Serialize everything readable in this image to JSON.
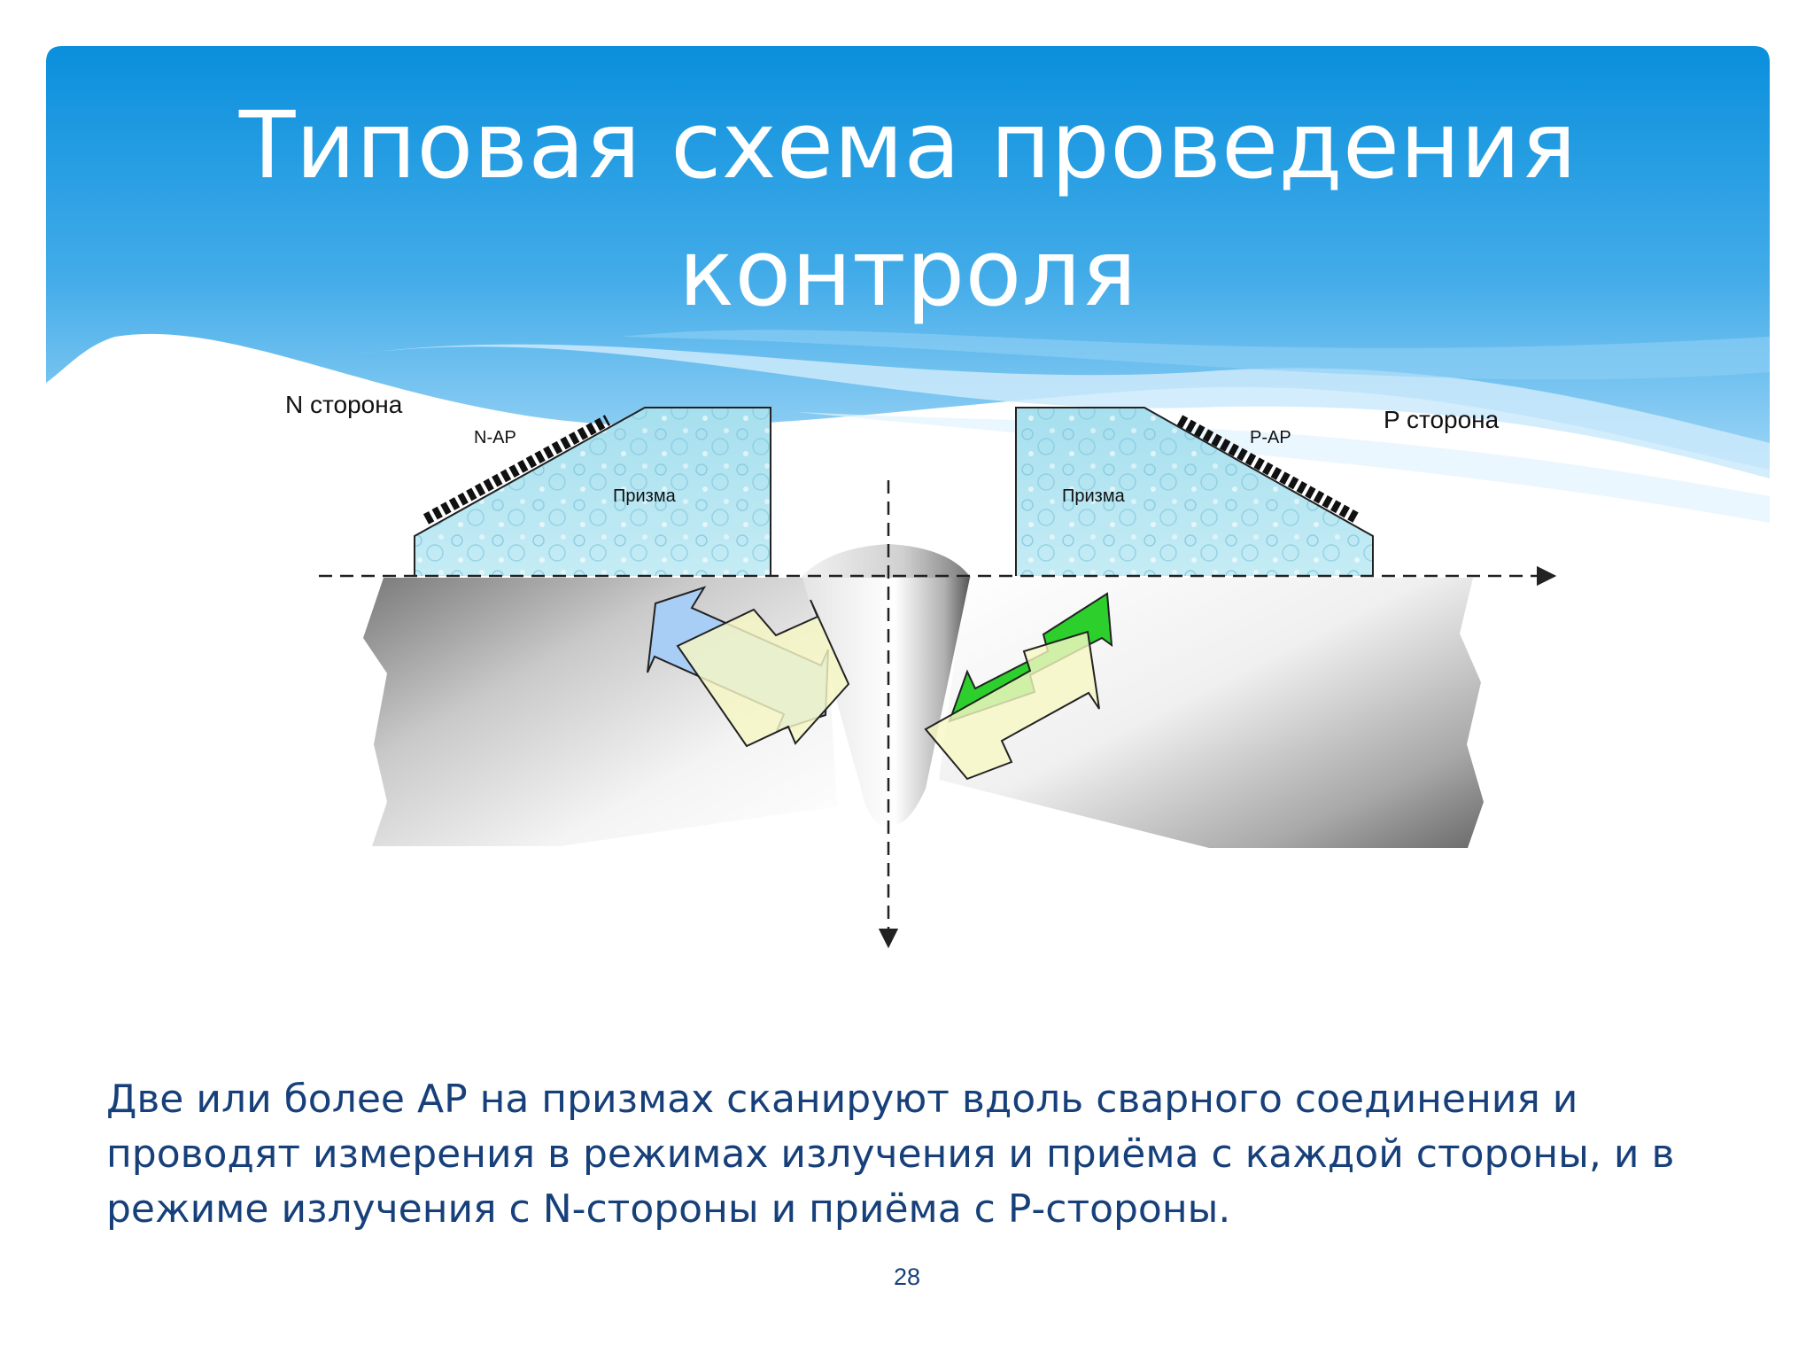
{
  "slide": {
    "title": "Типовая схема проведения контроля",
    "body": "Две или более АР на призмах сканируют вдоль сварного соединения и проводят измерения в режимах излучения и приёма с каждой стороны, и в режиме излучения с N-стороны и приёма с Р-стороны.",
    "page_number": "28"
  },
  "diagram": {
    "n_side_label": "N сторона",
    "p_side_label": "P сторона",
    "n_array_label": "N-AP",
    "p_array_label": "P-AP",
    "prism_left_label": "Призма",
    "prism_right_label": "Призма"
  },
  "colors": {
    "header_blue": "#0a8fdc",
    "title_text": "#ffffff",
    "body_text": "#17407a",
    "arrow_blue": "#a6cdf7",
    "arrow_green": "#22cc22",
    "arrow_yellow": "#f7f7c4",
    "prism": "#a6dfee"
  }
}
